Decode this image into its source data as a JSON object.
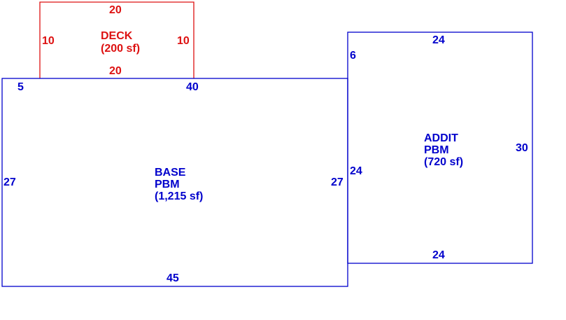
{
  "colors": {
    "structure": "#0000cc",
    "deck": "#dd1111",
    "background": "#ffffff"
  },
  "deck": {
    "name": "DECK",
    "area": "(200 sf)",
    "top": "20",
    "bottom": "20",
    "left": "10",
    "right": "10"
  },
  "base": {
    "name": "BASE",
    "type": "PBM",
    "area": "(1,215 sf)",
    "top_left_offset": "5",
    "top": "40",
    "left": "27",
    "right": "27",
    "bottom": "45"
  },
  "addit": {
    "name": "ADDIT",
    "type": "PBM",
    "area": "(720 sf)",
    "top": "24",
    "top_left_offset": "6",
    "left": "24",
    "right": "30",
    "bottom": "24"
  }
}
